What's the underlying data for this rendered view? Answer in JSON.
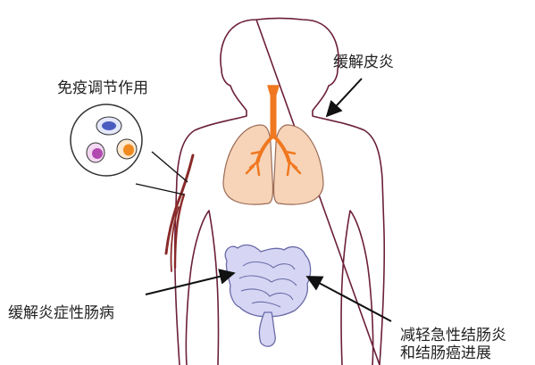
{
  "labels": {
    "immune": "免疫调节作用",
    "skin": "缓解皮炎",
    "ibd": "缓解炎症性肠病",
    "colitis_line1": "减轻急性结肠炎",
    "colitis_line2": "和结肠癌进展"
  },
  "colors": {
    "outline": "#6b1f3a",
    "trachea": "#f07820",
    "lung_fill": "#f7d4b8",
    "lung_stroke": "#9a6a55",
    "intestine_fill": "#d6d6f4",
    "intestine_stroke": "#6a6aa8",
    "vessel": "#8a2a2a",
    "cell_blue": "#4a5cc0",
    "cell_purple": "#b04ab0",
    "cell_orange": "#f08a20",
    "arrow": "#111111"
  },
  "icons": [
    "immune-cell-icon",
    "lungs-icon",
    "intestine-icon",
    "blood-vessel-icon"
  ]
}
